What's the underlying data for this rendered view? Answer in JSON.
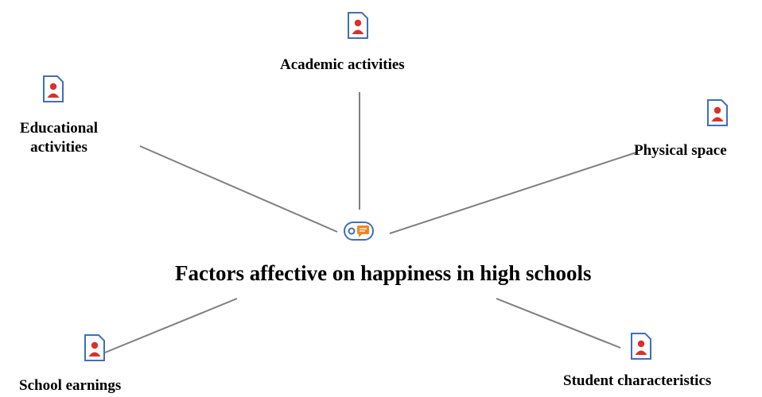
{
  "diagram": {
    "center_label": "Factors affective on happiness in high schools",
    "center_icon": "memo-tag-icon",
    "nodes": [
      {
        "id": "academic",
        "label": "Academic activities",
        "icon": "document-person-icon"
      },
      {
        "id": "educational",
        "label": "Educational activities",
        "icon": "document-person-icon"
      },
      {
        "id": "physical",
        "label": "Physical space",
        "icon": "document-person-icon"
      },
      {
        "id": "earnings",
        "label": "School earnings",
        "icon": "document-person-icon"
      },
      {
        "id": "student",
        "label": "Student characteristics",
        "icon": "document-person-icon"
      }
    ],
    "colors": {
      "edge": "#7f7f7f",
      "icon_border": "#3f6fb5",
      "icon_person": "#d9302c",
      "hub_accent": "#f0861e"
    }
  }
}
